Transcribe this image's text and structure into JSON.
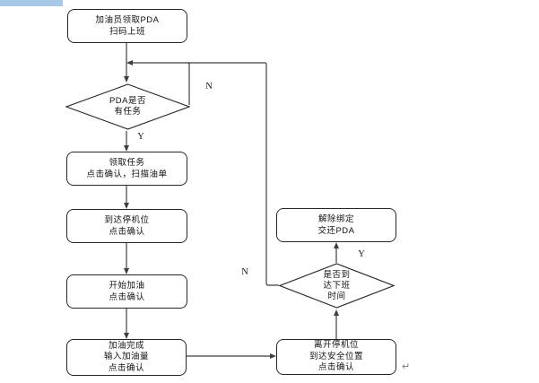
{
  "window": {
    "selection_bar_color": "#a8c8ea"
  },
  "flowchart": {
    "line_color": "#3f3f3f",
    "nodes": [
      {
        "id": "start-shift",
        "type": "process",
        "lines": [
          "加油员领取PDA",
          "扫码上班"
        ]
      },
      {
        "id": "pda-has-task",
        "type": "decision",
        "lines": [
          "PDA是否",
          "有任务"
        ]
      },
      {
        "id": "receive-task",
        "type": "process",
        "lines": [
          "领取任务",
          "点击确认，扫描油单"
        ]
      },
      {
        "id": "arrive-stand",
        "type": "process",
        "lines": [
          "到达停机位",
          "点击确认"
        ]
      },
      {
        "id": "start-fueling",
        "type": "process",
        "lines": [
          "开始加油",
          "点击确认"
        ]
      },
      {
        "id": "fueling-complete",
        "type": "process",
        "lines": [
          "加油完成",
          "输入加油量",
          "点击确认"
        ]
      },
      {
        "id": "leave-stand",
        "type": "process",
        "lines": [
          "离开停机位",
          "到达安全位置",
          "点击确认"
        ]
      },
      {
        "id": "shift-end",
        "type": "decision",
        "lines": [
          "是否到",
          "达下班",
          "时间"
        ]
      },
      {
        "id": "unbind-return",
        "type": "process",
        "lines": [
          "解除绑定",
          "交还PDA"
        ]
      }
    ],
    "edge_labels": {
      "has_task_yes": "Y",
      "has_task_no": "N",
      "shift_end_no": "N",
      "shift_end_yes": "Y"
    },
    "marks": {
      "line_break": "↵"
    }
  }
}
